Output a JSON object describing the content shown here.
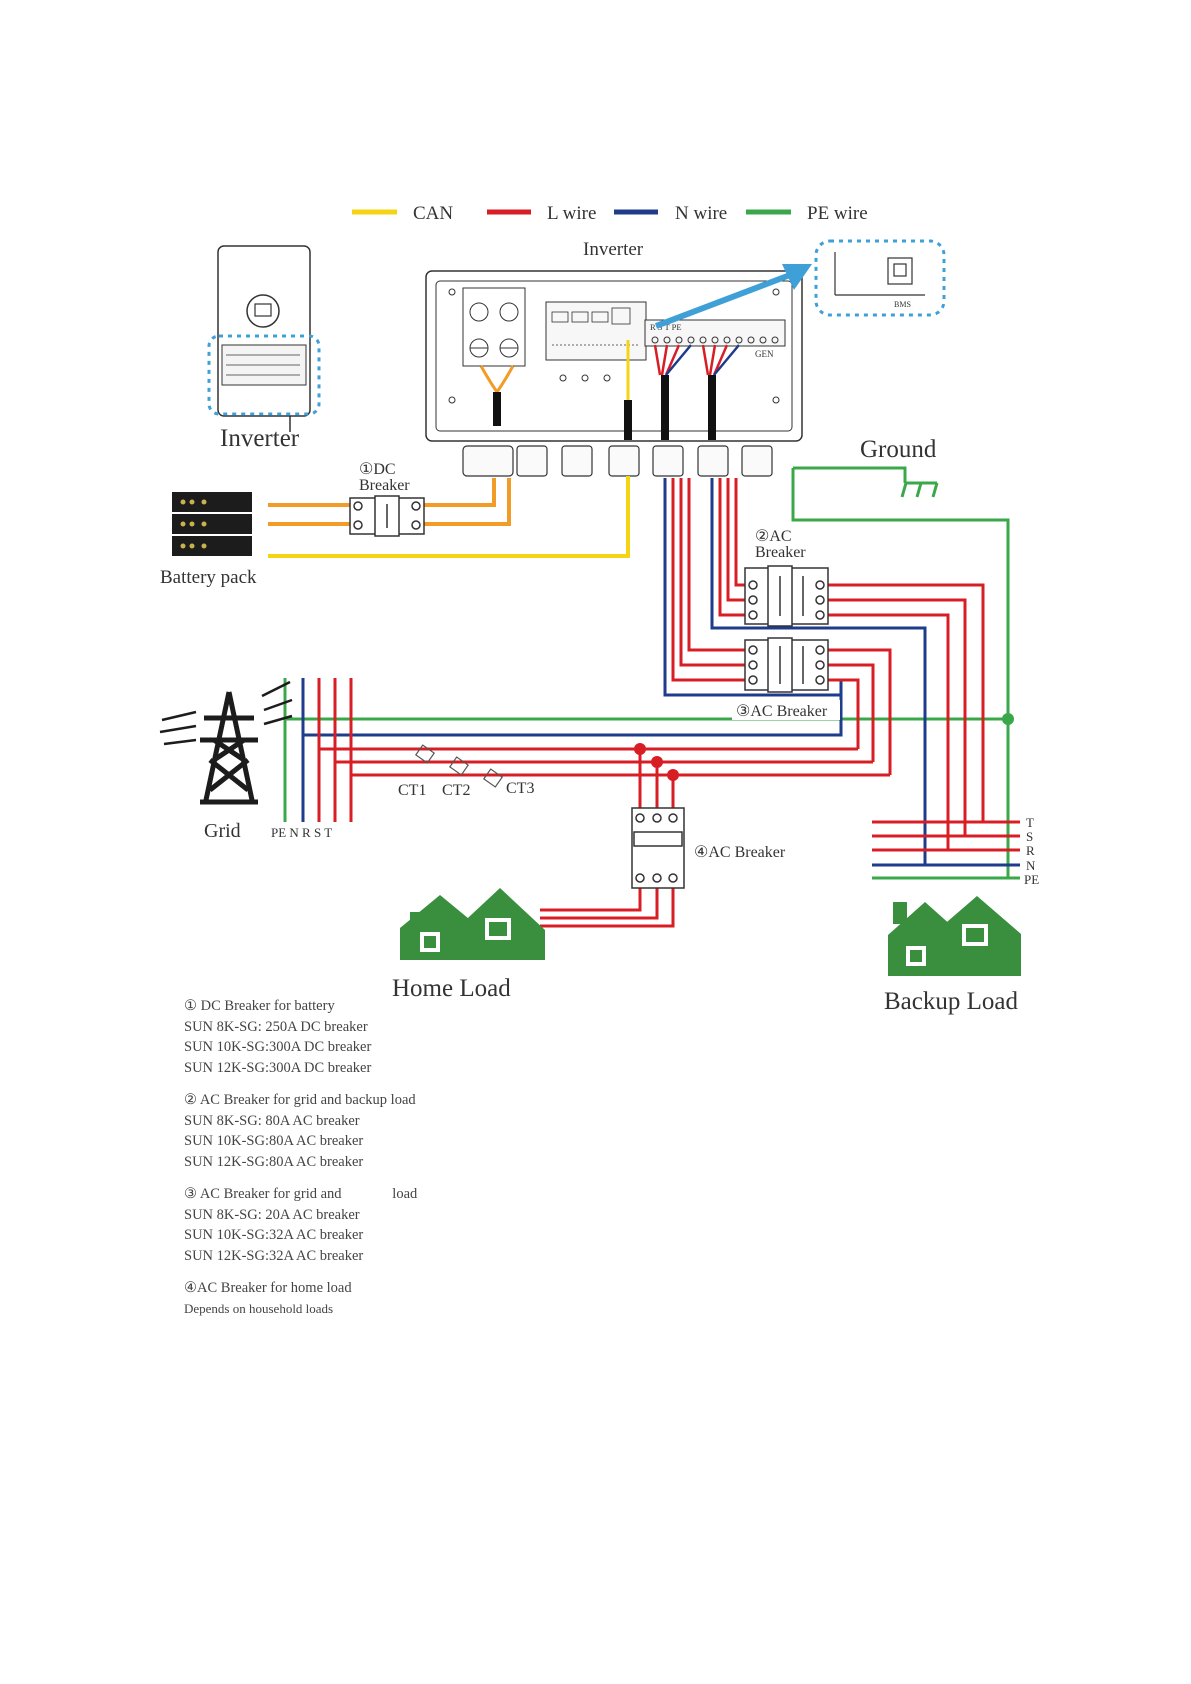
{
  "colors": {
    "can": "#f5d416",
    "l_wire": "#d81e25",
    "n_wire": "#1f3b8c",
    "pe_wire": "#3aa84a",
    "battery_wire": "#f29b26",
    "highlight": "#3fa0d8",
    "house": "#3a8f3f"
  },
  "legend": [
    {
      "label": "CAN",
      "color_key": "can"
    },
    {
      "label": "L wire",
      "color_key": "l_wire"
    },
    {
      "label": "N wire",
      "color_key": "n_wire"
    },
    {
      "label": "PE wire",
      "color_key": "pe_wire"
    }
  ],
  "labels": {
    "inverter_main": "Inverter",
    "inverter_thumb": "Inverter",
    "bms": "BMS",
    "gen": "GEN",
    "terminal_rst": "R S T PE",
    "dc_breaker_num": "①DC",
    "dc_breaker_word": "Breaker",
    "battery_pack": "Battery pack",
    "ground": "Ground",
    "ac2_num": "②AC",
    "ac2_word": "Breaker",
    "ac3": "③AC Breaker",
    "ac4": "④AC Breaker",
    "grid": "Grid",
    "grid_phases": "PE N R S T",
    "ct1": "CT1",
    "ct2": "CT2",
    "ct3": "CT3",
    "home_load": "Home Load",
    "backup_load": "Backup Load",
    "bus_t": "T",
    "bus_s": "S",
    "bus_r": "R",
    "bus_n": "N",
    "bus_pe": "PE"
  },
  "notes": [
    {
      "lines": [
        "① DC Breaker for battery",
        "SUN 8K-SG: 250A DC breaker",
        "SUN 10K-SG:300A DC breaker",
        "SUN 12K-SG:300A DC breaker"
      ]
    },
    {
      "lines": [
        "② AC Breaker for grid and backup load",
        "SUN 8K-SG: 80A AC breaker",
        "SUN 10K-SG:80A AC breaker",
        "SUN 12K-SG:80A AC breaker"
      ]
    },
    {
      "lines": [
        "③ AC Breaker for grid and              load",
        "SUN 8K-SG: 20A AC breaker",
        "SUN 10K-SG:32A AC breaker",
        "SUN 12K-SG:32A AC breaker"
      ]
    },
    {
      "lines": [
        "④AC Breaker for home load",
        "Depends on household loads"
      ]
    }
  ]
}
